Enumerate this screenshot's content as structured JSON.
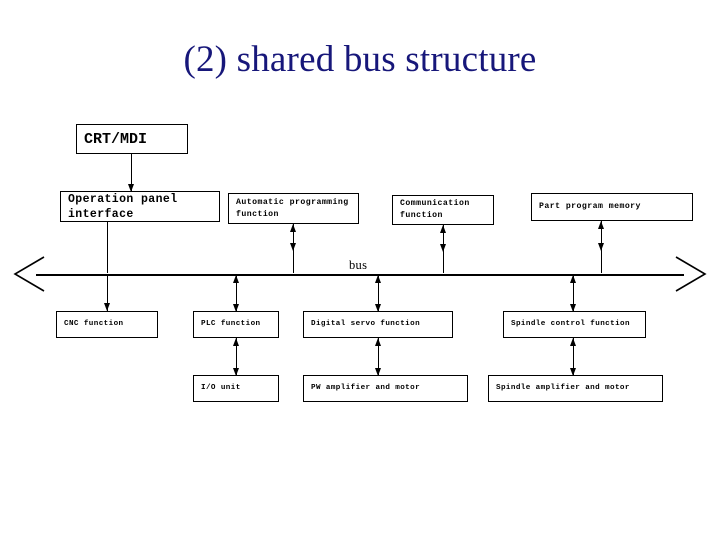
{
  "slide": {
    "title": "(2) shared bus structure",
    "title_color": "#17177a",
    "background_color": "#ffffff",
    "line_color": "#000000"
  },
  "bus": {
    "label": "bus",
    "left_cap_icon": "left-arrowhead-icon",
    "right_cap_icon": "right-arrowhead-icon"
  },
  "boxes": {
    "crt_mdi": {
      "label": "CRT/MDI"
    },
    "operation_panel_interface": {
      "line1": "Operation panel",
      "line2": "interface"
    },
    "automatic_programming_function": {
      "line1": "Automatic programming",
      "line2": "function"
    },
    "communication_function": {
      "line1": "Communication",
      "line2": "function"
    },
    "part_program_memory": {
      "line1": "Part program memory"
    },
    "cnc_function": {
      "line1": "CNC function"
    },
    "plc_function": {
      "line1": "PLC function"
    },
    "digital_servo_function": {
      "line1": "Digital servo function"
    },
    "spindle_control_function": {
      "line1": "Spindle control function"
    },
    "io_unit": {
      "line1": "I/O unit"
    },
    "pw_amplifier_and_motor": {
      "line1": "PW amplifier and motor"
    },
    "spindle_amplifier_and_motor": {
      "line1": "Spindle amplifier and motor"
    }
  },
  "connectors": {
    "crtmdi_to_opanel": {
      "direction": "down"
    },
    "opanel_to_bus": {
      "direction": "down"
    },
    "autoprog_to_bus": {
      "direction": "both"
    },
    "comm_to_bus": {
      "direction": "both"
    },
    "partprog_to_bus": {
      "direction": "both"
    },
    "bus_to_cnc": {
      "direction": "down"
    },
    "bus_to_plc": {
      "direction": "both"
    },
    "bus_to_servo": {
      "direction": "both"
    },
    "bus_to_spindle": {
      "direction": "both"
    },
    "plc_to_io": {
      "direction": "both"
    },
    "servo_to_pw": {
      "direction": "both"
    },
    "spindle_to_amp": {
      "direction": "both"
    }
  }
}
